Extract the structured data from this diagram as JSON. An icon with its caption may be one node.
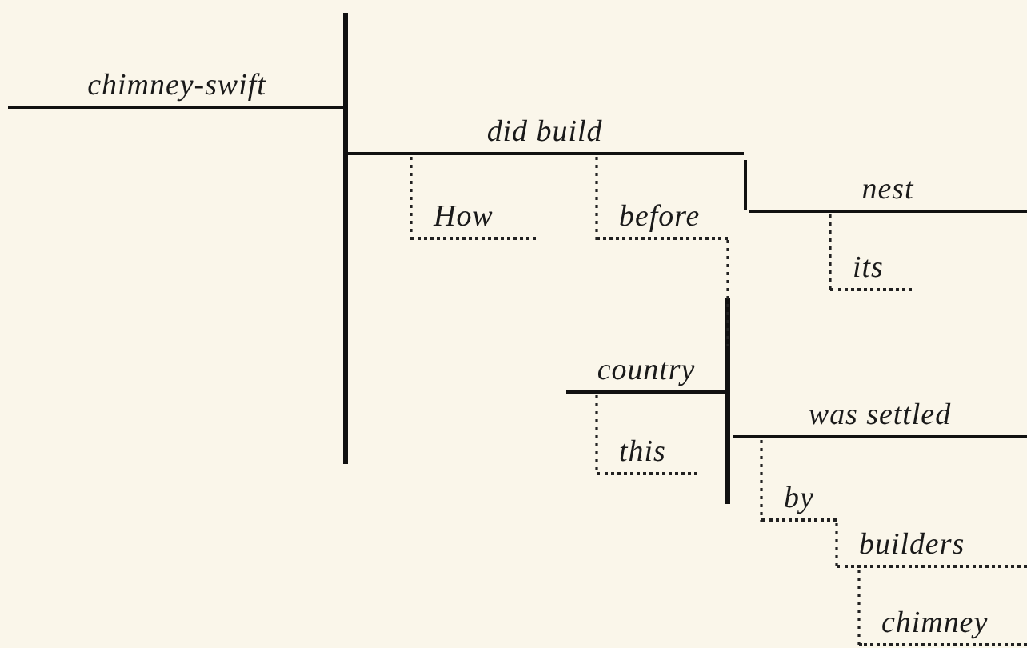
{
  "diagram": {
    "nodes": [
      {
        "text": [
          "chimney-swift"
        ]
      },
      {
        "text": [
          "did build"
        ]
      },
      {
        "text": [
          "How"
        ]
      },
      {
        "text": [
          "before"
        ]
      },
      {
        "text": [
          "nest"
        ]
      },
      {
        "text": [
          "its"
        ]
      },
      {
        "text": [
          "country"
        ]
      },
      {
        "text": [
          "this"
        ]
      },
      {
        "text": [
          "was settled"
        ]
      },
      {
        "text": [
          "by"
        ]
      },
      {
        "text": [
          "builders"
        ]
      },
      {
        "text": [
          "chimney"
        ]
      }
    ],
    "edges": [
      {
        "from": 1,
        "to": 2,
        "arrow": "none"
      },
      {
        "from": 1,
        "to": 3,
        "arrow": "none"
      },
      {
        "from": 4,
        "to": 5,
        "arrow": "none"
      },
      {
        "from": 3,
        "to": 6,
        "arrow": "none"
      },
      {
        "from": 6,
        "to": 7,
        "arrow": "none"
      },
      {
        "from": 8,
        "to": 9,
        "arrow": "none"
      },
      {
        "from": 9,
        "to": 10,
        "arrow": "none"
      },
      {
        "from": 10,
        "to": 11,
        "arrow": "none"
      }
    ]
  }
}
